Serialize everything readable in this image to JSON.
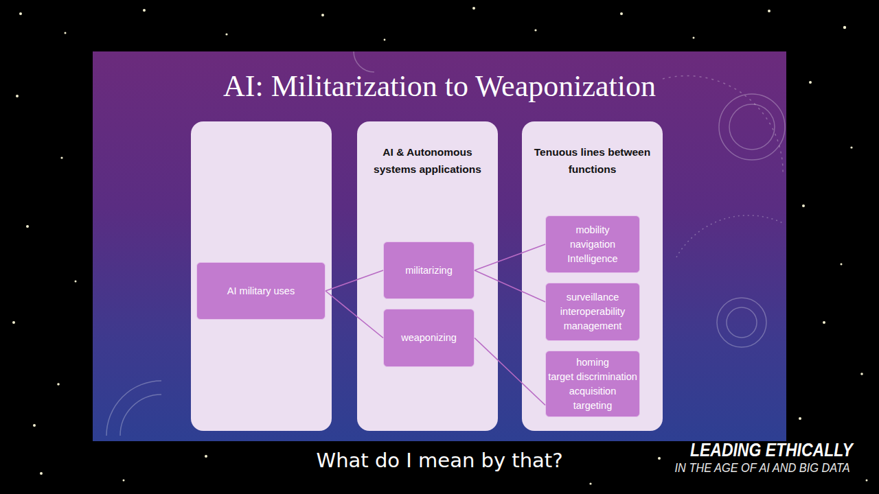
{
  "diagram": {
    "title": "AI: Militarization to Weaponization",
    "nodes": [
      {
        "text": [
          "AI military uses"
        ]
      },
      {
        "text": [
          "AI & Autonomous systems applications"
        ]
      },
      {
        "text": [
          "militarizing"
        ],
        "in": 1
      },
      {
        "text": [
          "weaponizing"
        ],
        "in": 1
      },
      {
        "text": [
          "Tenuous lines between functions"
        ]
      },
      {
        "text": [
          "mobility",
          "navigation",
          "Intelligence"
        ],
        "in": 4
      },
      {
        "text": [
          "surveillance",
          "interoperability",
          "management"
        ],
        "in": 4
      },
      {
        "text": [
          "homing",
          "target discrimination",
          "acquisition",
          "targeting"
        ],
        "in": 4
      }
    ],
    "edges": [
      {
        "from": 0,
        "to": 2,
        "arrow": "none"
      },
      {
        "from": 0,
        "to": 3,
        "arrow": "none"
      },
      {
        "from": 2,
        "to": 5,
        "arrow": "none"
      },
      {
        "from": 2,
        "to": 6,
        "arrow": "none"
      },
      {
        "from": 3,
        "to": 7,
        "arrow": "none"
      }
    ],
    "labels": [
      "What do I mean by that?",
      "LEADING ETHICALLY",
      "IN THE AGE OF AI AND BIG DATA"
    ]
  }
}
